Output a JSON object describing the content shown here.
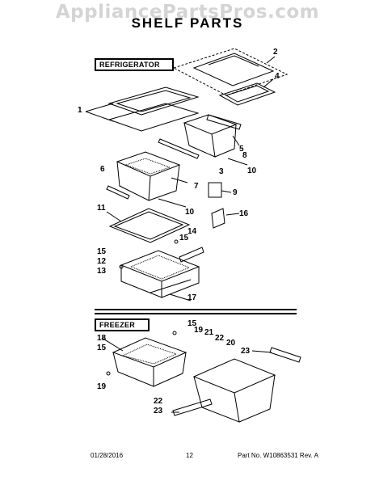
{
  "watermark": "AppliancePartsPros.com",
  "title": "SHELF PARTS",
  "sections": {
    "refrigerator": "REFRIGERATOR",
    "freezer": "FREEZER"
  },
  "callouts": {
    "c1": "1",
    "c2": "2",
    "c3": "3",
    "c4": "4",
    "c5": "5",
    "c6": "6",
    "c7": "7",
    "c8": "8",
    "c9": "9",
    "c10a": "10",
    "c10b": "10",
    "c11": "11",
    "c12": "12",
    "c13": "13",
    "c14": "14",
    "c15a": "15",
    "c16": "16",
    "c17": "17",
    "f15a": "15",
    "f18": "18",
    "f15b": "15",
    "f19a": "19",
    "f21": "21",
    "f22a": "22",
    "f20": "20",
    "f23a": "23",
    "f19b": "19",
    "f22b": "22",
    "f23b": "23"
  },
  "footer": {
    "date": "01/28/2016",
    "page": "12",
    "part_no": "Part No. W10863531  Rev. A"
  }
}
